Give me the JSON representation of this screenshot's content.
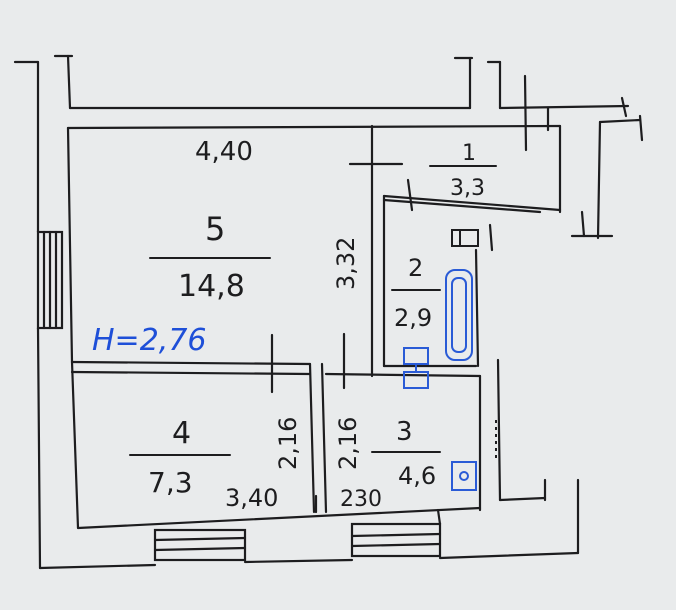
{
  "colors": {
    "paper": "#e9ebec",
    "ink": "#1d1d1f",
    "blue_ink": "#1e4fd8",
    "fixture_blue": "#2a5bd6"
  },
  "height_label": "H=2,76",
  "dimensions": {
    "top_width": "4,40",
    "partition_height": "3,32",
    "left_room_height": "2,16",
    "mid_room_height": "2,16",
    "bottom_left_width": "3,40",
    "bottom_mid_width": "230"
  },
  "rooms": [
    {
      "id": "room-1",
      "number": "1",
      "area": "3,3"
    },
    {
      "id": "room-2",
      "number": "2",
      "area": "2,9"
    },
    {
      "id": "room-3",
      "number": "3",
      "area": "4,6"
    },
    {
      "id": "room-4",
      "number": "4",
      "area": "7,3"
    },
    {
      "id": "room-5",
      "number": "5",
      "area": "14,8"
    }
  ],
  "fixtures": {
    "bathtub": "bathtub-icon",
    "sink": "sink-icon",
    "toilet": "toilet-icon",
    "stove": "stove-icon",
    "kitchen_sink": "kitchen-sink-icon"
  }
}
